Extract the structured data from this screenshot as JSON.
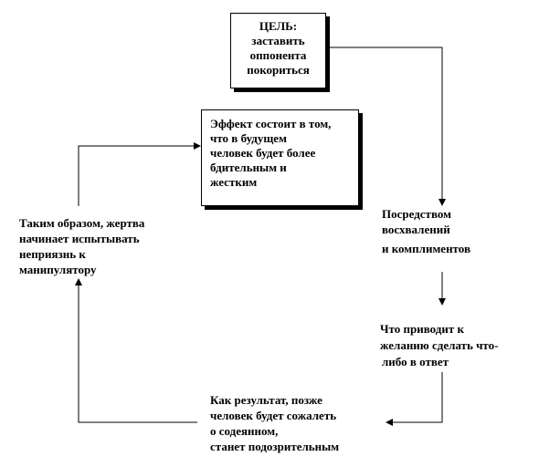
{
  "diagram": {
    "goal": {
      "lines": [
        "ЦЕЛЬ:",
        "заставить",
        "оппонента",
        "покориться"
      ]
    },
    "effect": {
      "lines": [
        "Эффект  состоит в том,",
        "что в будущем",
        "человек будет более",
        "бдительным и",
        "жестким"
      ]
    },
    "means": {
      "lines": [
        "Посредством",
        "восхвалений",
        "и комплиментов"
      ]
    },
    "desire": {
      "lines": [
        "Что приводит к",
        "желанию сделать что-",
        "либо в ответ"
      ]
    },
    "result": {
      "lines": [
        "Как результат, позже",
        "человек будет сожалеть",
        "о содеянном,",
        "станет подозрительным"
      ]
    },
    "victim": {
      "lines": [
        "Таким образом, жертва",
        "начинает испытывать",
        "неприязнь к",
        "манипулятору"
      ]
    }
  }
}
